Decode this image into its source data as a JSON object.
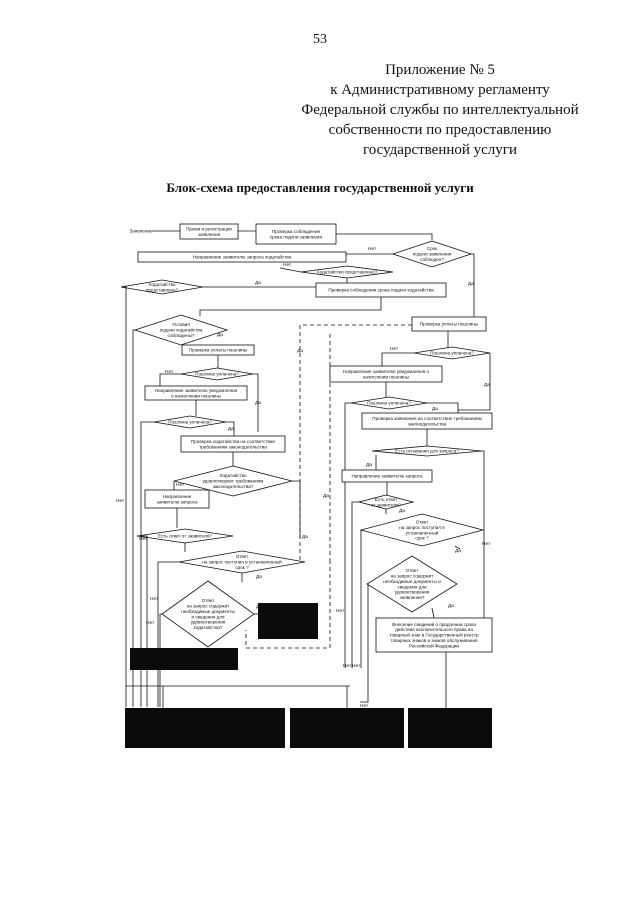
{
  "page": {
    "number": "53"
  },
  "header": {
    "lines": [
      "Приложение № 5",
      "к Административному регламенту",
      "Федеральной службы по интеллектуальной",
      "собственности по предоставлению",
      "государственной услуги"
    ]
  },
  "chart": {
    "title": "Блок-схема предоставления государственной услуги",
    "nodes": {
      "zayavlenie": "Заявление",
      "priem": [
        "Прием и регистрация",
        "заявления"
      ],
      "proverka_sroka_zayavleniya": [
        "Проверка соблюдения",
        "срока подачи заявления"
      ],
      "srok_soblyuden": [
        "Срок",
        "подачи заявления",
        "соблюден?"
      ],
      "napr_zaprosa_hodataystva": "Направление заявителю запроса ходатайства",
      "hodataystvo_predstavleno": "Ходатайство представлено?",
      "hodataystvo_predstavleno_2": [
        "Ходатайство",
        "представлено?"
      ],
      "proverka_sroka_hodataystva": "Проверка соблюдения срока подачи ходатайства",
      "usloviya_soblyudeny": [
        "Условия",
        "подачи ходатайства",
        "соблюдены?"
      ],
      "proverka_uplaty_left": "Проверка уплаты пошлины",
      "proverka_uplaty_right": "Проверка уплаты пошлины",
      "poshlina_uplachena_left": "Пошлина уплачена?",
      "napr_uvedomleniya_left": [
        "Направление заявителю уведомления",
        "о начислении пошлины"
      ],
      "poshlina_uplachena_left_2": "Пошлина уплачена?",
      "proverka_hodataystva": [
        "Проверка ходатайства на соответствие",
        "требованиям законодательства"
      ],
      "hodataystvo_udovl": [
        "Ходатайство",
        "удовлетворяет требованиям",
        "законодательства?"
      ],
      "napr_zaprosa_left": [
        "Направление",
        "заявителю запроса"
      ],
      "est_otvet_left": "Есть ответ от заявителя?",
      "otvet_srok_left": [
        "Ответ",
        "на запрос поступил в установленный",
        "срок ?"
      ],
      "otvet_soderzhit_left": [
        "Ответ",
        "на запрос содержит",
        "необходимые документы",
        "и сведения для",
        "удовлетворения",
        "ходатайства?"
      ],
      "poshlina_uplachena_right": "Пошлина уплачена?",
      "napr_uvedomleniya_right": [
        "Направление заявителю уведомления о",
        "начислении пошлины"
      ],
      "poshlina_uplachena_right_2": "Пошлина уплачена?",
      "proverka_zayavleniya": [
        "Проверка заявления на соответствие требованиям",
        "законодательства"
      ],
      "est_osnovaniya": "Есть основания для запроса?",
      "napr_zaprosa_right": "Направление заявителю запроса",
      "est_otvet_right": [
        "Есть ответ",
        "от заявителя?"
      ],
      "otvet_srok_right": [
        "Ответ",
        "на запрос поступил в",
        "установленный",
        "срок ?"
      ],
      "otvet_soderzhit_right": [
        "Ответ",
        "на запрос содержит",
        "необходимые документы и",
        "сведения для",
        "удовлетворения",
        "заявления?"
      ],
      "vnesenie_svedeniy": [
        "Внесение сведений о продлении срока",
        "действия исключительного права на",
        "товарный знак в Государственный реестр",
        "товарных знаков и знаков обслуживания",
        "Российской Федерации"
      ]
    },
    "labels": {
      "yes": "Да",
      "no": "Нет"
    }
  }
}
